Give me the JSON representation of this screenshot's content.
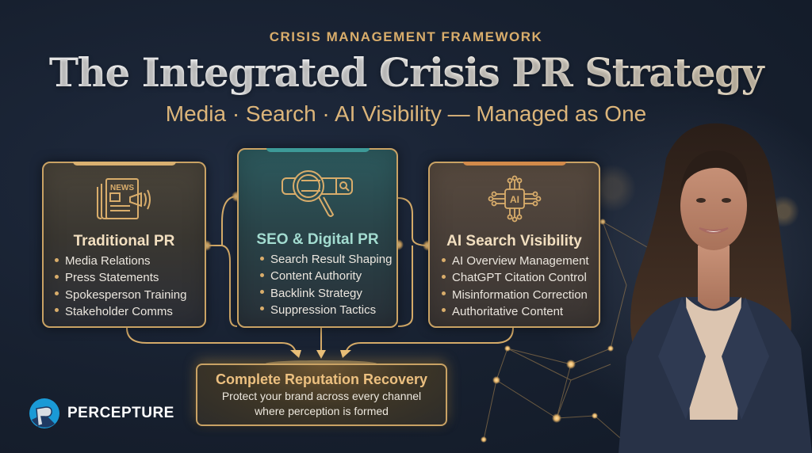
{
  "header": {
    "eyebrow": "CRISIS MANAGEMENT FRAMEWORK",
    "title": "The Integrated Crisis PR Strategy",
    "subtitle": "Media · Search · AI Visibility — Managed as One"
  },
  "cards": [
    {
      "id": "traditional-pr",
      "icon": "newspaper-megaphone-icon",
      "icon_text": "NEWS",
      "title": "Traditional PR",
      "accent": "#d9b070",
      "items": [
        "Media Relations",
        "Press Statements",
        "Spokesperson Training",
        "Stakeholder Comms"
      ]
    },
    {
      "id": "seo-digital-pr",
      "icon": "search-magnifier-icon",
      "title": "SEO & Digital PR",
      "accent": "#3d9a98",
      "items": [
        "Search Result Shaping",
        "Content Authority",
        "Backlink Strategy",
        "Suppression Tactics"
      ]
    },
    {
      "id": "ai-search-visibility",
      "icon": "ai-chip-icon",
      "icon_text": "AI",
      "title": "AI Search Visibility",
      "accent": "#d28a4a",
      "items": [
        "AI Overview Management",
        "ChatGPT Citation Control",
        "Misinformation Correction",
        "Authoritative Content"
      ]
    }
  ],
  "outcome": {
    "title": "Complete Reputation Recovery",
    "line1": "Protect your brand across every channel",
    "line2": "where perception is formed"
  },
  "brand": {
    "name": "PERCEPTURE",
    "primary_color": "#1a9ad6"
  },
  "colors": {
    "gold": "#d9ad6b",
    "teal_title": "#a3dcd0",
    "background": "#17202f"
  }
}
